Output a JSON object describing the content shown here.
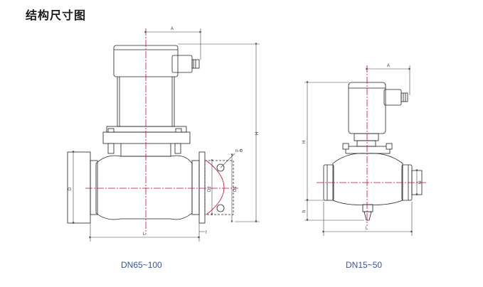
{
  "title": "结构尺寸图",
  "left_diagram": {
    "caption": "DN65~100",
    "dims": {
      "A": "A",
      "H": "H",
      "D": "D",
      "D2": "D2",
      "D1": "D1",
      "L": "L",
      "nd": "n-Φ",
      "f": "f"
    }
  },
  "right_diagram": {
    "caption": "DN15~50",
    "dims": {
      "A": "A",
      "H": "H",
      "h": "h",
      "G": "G",
      "L": "L"
    }
  },
  "colors": {
    "outline": "#222222",
    "centerline": "#d9002a",
    "dimension": "#444444",
    "caption": "#3355aa"
  }
}
